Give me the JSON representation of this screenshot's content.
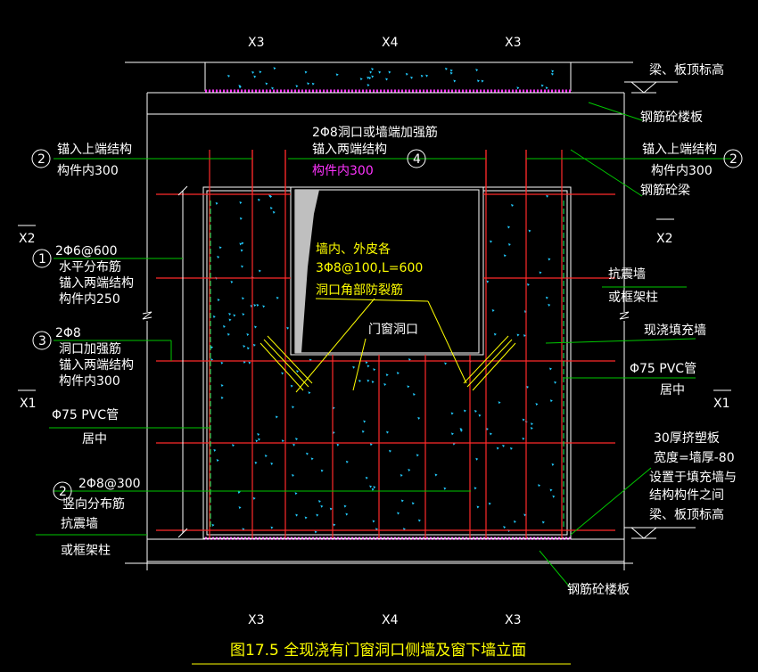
{
  "axis_top": [
    "X3",
    "X4",
    "X3"
  ],
  "axis_bottom": [
    "X3",
    "X4",
    "X3"
  ],
  "section_marks": {
    "left_top": "X2",
    "left_bottom": "X1",
    "right_top": "X2",
    "right_bottom": "X1"
  },
  "bubbles": {
    "b2_left": "2",
    "b4": "4",
    "b2_right": "2",
    "b1": "1",
    "b3": "3",
    "b2_bottom": "2"
  },
  "labels_left": {
    "top_line1": "锚入上端结构",
    "top_line2": "构件内300",
    "l1_1": "2Φ6@600",
    "l1_2": "水平分布筋",
    "l1_3": "锚入两端结构",
    "l1_4": "构件内250",
    "l3_1": "2Φ8",
    "l3_2": "洞口加强筋",
    "l3_3": "锚入两端结构",
    "l3_4": "构件内300",
    "pvc_1": "Φ75 PVC管",
    "pvc_2": "居中",
    "l2_1": "2Φ8@300",
    "l2_2": "竖向分布筋",
    "col_1": "抗震墙",
    "col_2": "或框架柱"
  },
  "labels_center": {
    "top_1": "2Φ8洞口或墙端加强筋",
    "top_2": "锚入两端结构",
    "top_3": "构件内300",
    "crack_1": "墙内、外皮各",
    "crack_2": "3Φ8@100,L=600",
    "crack_3": "洞口角部防裂筋",
    "opening": "门窗洞口"
  },
  "labels_right": {
    "elev_top": "梁、板顶标高",
    "slab_top": "钢筋砼楼板",
    "anchor_1": "锚入上端结构",
    "anchor_2": "构件内300",
    "beam": "钢筋砼梁",
    "col_1": "抗震墙",
    "col_2": "或框架柱",
    "infill": "现浇填充墙",
    "pvc_1": "Φ75 PVC管",
    "pvc_2": "居中",
    "board_1": "30厚挤塑板",
    "board_2": "宽度=墙厚-80",
    "board_3": "设置于填充墙与",
    "board_4": "结构构件之间",
    "elev_bottom": "梁、板顶标高",
    "slab_bottom": "钢筋砼楼板"
  },
  "title": "图17.5  全现浇有门窗洞口侧墙及窗下墙立面",
  "colors": {
    "background": "#000000",
    "rebar": "#ff2a2a",
    "leader": "#00c800",
    "annotation": "#ffff00",
    "aggregate": "#22ccff",
    "highlight": "#ff33ff"
  }
}
